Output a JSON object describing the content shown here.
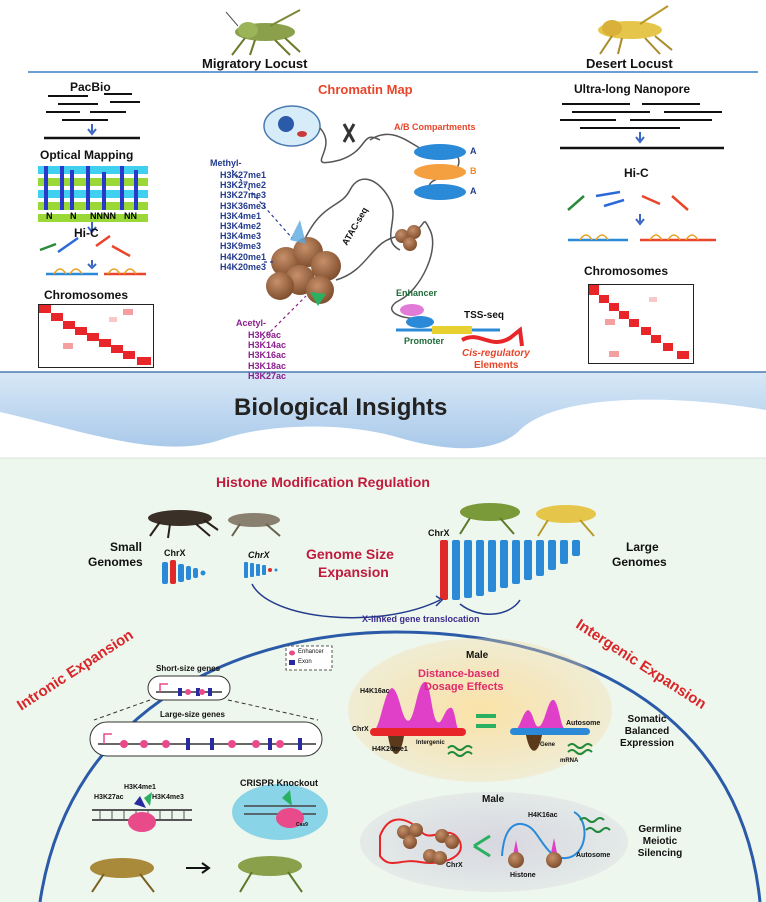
{
  "header": {
    "left_species": "Migratory Locust",
    "right_species": "Desert Locust"
  },
  "left_panel": {
    "pacbio": "PacBio",
    "optical_mapping": "Optical Mapping",
    "n_row": [
      "N",
      "N",
      "NNNN",
      "NN"
    ],
    "hic": "Hi-C",
    "chromosomes": "Chromosomes"
  },
  "chromatin_map": {
    "title": "Chromatin Map",
    "compartments_label": "A/B Compartments",
    "compartments": [
      "A",
      "B",
      "A"
    ],
    "methyl_header": "Methyl-",
    "methyl_marks": [
      "H3K27me1",
      "H3K27me2",
      "H3K27me3",
      "H3K36me3",
      "H3K4me1",
      "H3K4me2",
      "H3K4me3",
      "H3K9me3",
      "H4K20me1",
      "H4K20me3"
    ],
    "acetyl_header": "Acetyl-",
    "acetyl_marks": [
      "H3K9ac",
      "H3K14ac",
      "H3K16ac",
      "H3K18ac",
      "H3K27ac"
    ],
    "atac": "ATAC-seq",
    "enhancer": "Enhancer",
    "promoter": "Promoter",
    "tss": "TSS-seq",
    "cre_line1": "Cis-regulatory",
    "cre_line2": "Elements"
  },
  "right_panel": {
    "nanopore": "Ultra-long Nanopore",
    "hic": "Hi-C",
    "chromosomes": "Chromosomes"
  },
  "banner": {
    "title": "Biological Insights"
  },
  "insights": {
    "histone_title": "Histone  Modification Regulation",
    "small_line1": "Small",
    "small_line2": "Genomes",
    "large_line1": "Large",
    "large_line2": "Genomes",
    "chrx": "ChrX",
    "gse_line1": "Genome Size",
    "gse_line2": "Expansion",
    "translocation": "X-linked gene translocation",
    "intronic": "Intronic Expansion",
    "intergenic": "Intergenic Expansion",
    "legend_enhancer": "Enhancer",
    "legend_exon": "Exon",
    "short_genes": "Short-size genes",
    "large_genes": "Large-size genes",
    "h3k4me1": "H3K4me1",
    "h3k27ac": "H3K27ac",
    "h3k4me3": "H3K4me3",
    "crispr": "CRISPR Knockout",
    "cas9": "Cas9",
    "male1": "Male",
    "dbde_line1": "Distance-based",
    "dbde_line2": "Dosage Effects",
    "h4k16ac": "H4K16ac",
    "chrx_small": "ChrX",
    "h4k20me1": "H4K20me1",
    "intergenic_small": "Intergenic",
    "autosome": "Autosome",
    "gene": "Gene",
    "mrna": "mRNA",
    "somatic_line1": "Somatic",
    "somatic_line2": "Balanced",
    "somatic_line3": "Expression",
    "male2": "Male",
    "h4k16ac_2": "H4K16ac",
    "autosome_2": "Autosome",
    "chrx_2": "ChrX",
    "histone": "Histone",
    "germline_line1": "Germline",
    "germline_line2": "Meiotic",
    "germline_line3": "Silencing"
  },
  "colors": {
    "accent_red": "#e8452a",
    "crimson": "#c01a3c",
    "navy": "#223a8c",
    "purple": "#8a1f8e",
    "chrom_blue": "#2b8ad8",
    "chrom_red": "#e02a2a",
    "heatmap_red": "#e8262a"
  }
}
